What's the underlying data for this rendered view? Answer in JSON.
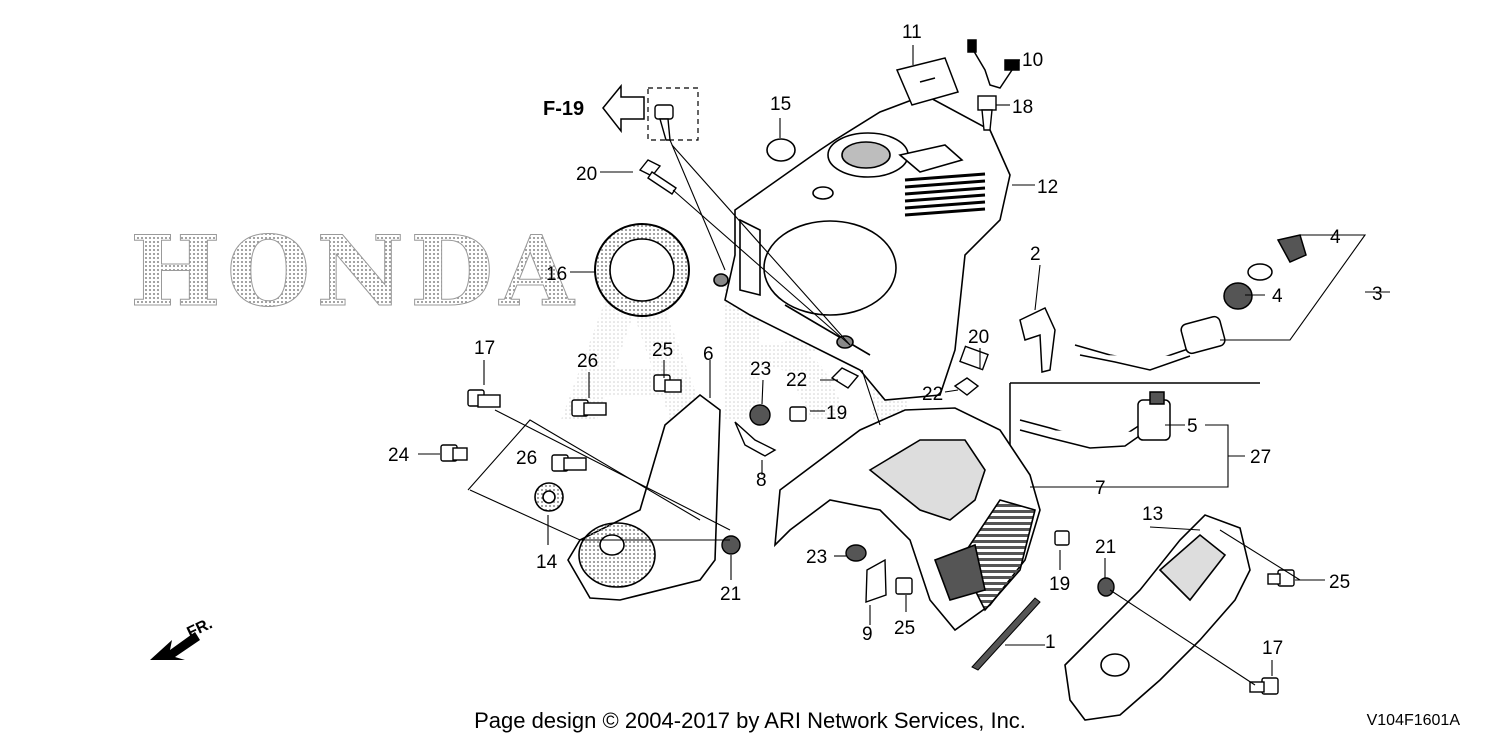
{
  "diagram": {
    "watermark": "HONDA",
    "watermark_overlay": "ARI",
    "reference": "F-19",
    "front_marker": "FR.",
    "part_numbers": [
      "1",
      "2",
      "3",
      "4",
      "4",
      "5",
      "6",
      "7",
      "8",
      "9",
      "10",
      "11",
      "12",
      "13",
      "14",
      "15",
      "16",
      "17",
      "17",
      "18",
      "19",
      "19",
      "20",
      "20",
      "21",
      "21",
      "22",
      "22",
      "23",
      "23",
      "24",
      "25",
      "25",
      "25",
      "26",
      "26",
      "27"
    ]
  },
  "footer": {
    "copyright": "Page design © 2004-2017 by ARI Network Services, Inc.",
    "diagram_code": "V104F1601A"
  },
  "colors": {
    "ink": "#000000",
    "screen": "#bdbdbd",
    "paper": "#ffffff"
  }
}
